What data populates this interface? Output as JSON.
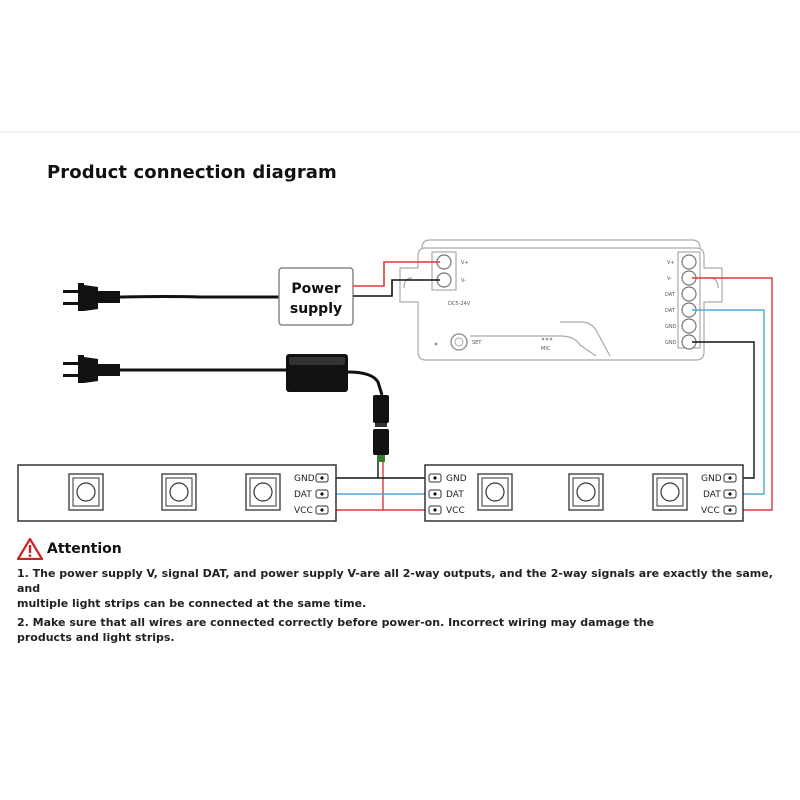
{
  "title": "Product connection diagram",
  "power_supply": {
    "line1": "Power",
    "line2": "supply"
  },
  "controller": {
    "set_label": "SET",
    "mic_label": "MIC",
    "left_pins": [
      "V+",
      "V-"
    ],
    "right_pins": [
      "V+",
      "V-",
      "DAT",
      "DAT",
      "GND",
      "GND"
    ],
    "side_label": "DC5-24V"
  },
  "strip_pins": [
    "GND",
    "DAT",
    "VCC"
  ],
  "attention": {
    "heading": "Attention",
    "line1": "1. The power supply V, signal DAT, and power supply V-are all 2-way outputs, and the 2-way signals are exactly the same, and",
    "line1b": "multiple light strips can be connected at the same time.",
    "line2": "2. Make sure that all wires are connected correctly before power-on. Incorrect wiring may damage the",
    "line2b": "products and light strips."
  },
  "colors": {
    "wire_red": "#d93a3a",
    "wire_blue": "#52a9d6",
    "wire_black": "#111111",
    "warning": "#cc2222"
  }
}
